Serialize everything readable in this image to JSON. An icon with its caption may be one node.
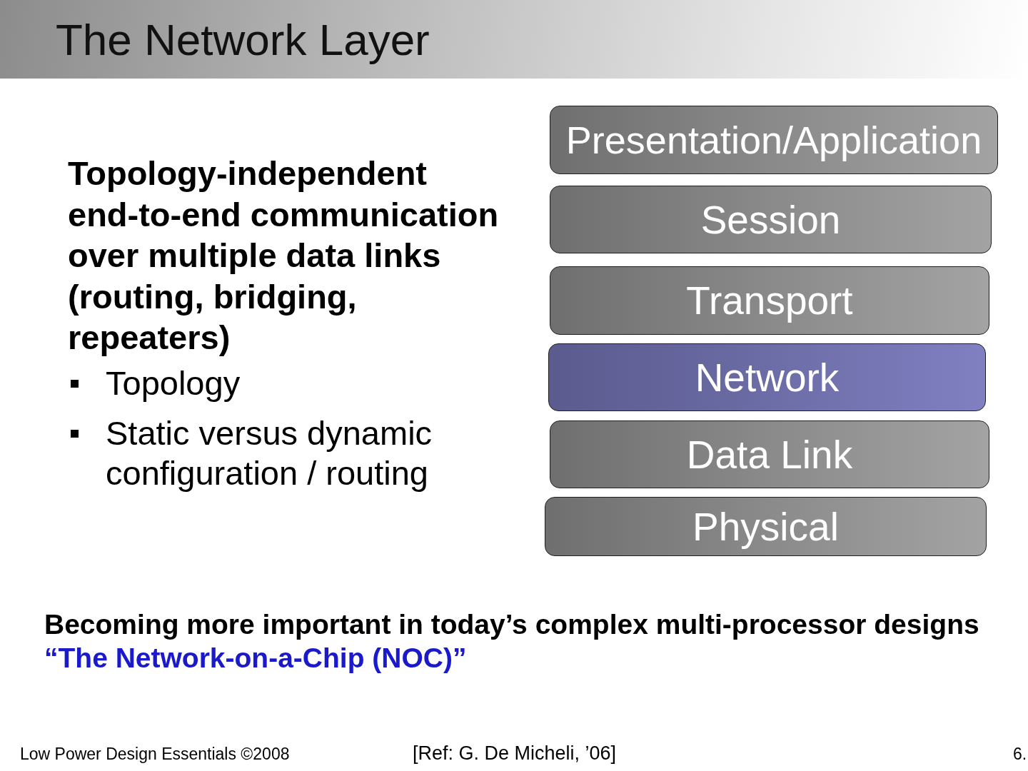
{
  "diagram": {
    "title": "The Network Layer",
    "nodes": [
      {
        "text": [
          "Presentation/Application"
        ]
      },
      {
        "text": [
          "Session"
        ]
      },
      {
        "text": [
          "Transport"
        ]
      },
      {
        "text": [
          "Network"
        ]
      },
      {
        "text": [
          "Data Link"
        ]
      },
      {
        "text": [
          "Physical"
        ]
      }
    ],
    "labels": [
      "Topology-independent end-to-end communication over multiple data links (routing, bridging, repeaters)",
      "Topology",
      "Static versus dynamic configuration / routing",
      "Becoming more important in today’s complex multi-processor designs",
      "“The Network-on-a-Chip (NOC)”",
      "Low Power Design Essentials ©2008",
      "[Ref: G. De Micheli, ’06]",
      "6."
    ]
  }
}
